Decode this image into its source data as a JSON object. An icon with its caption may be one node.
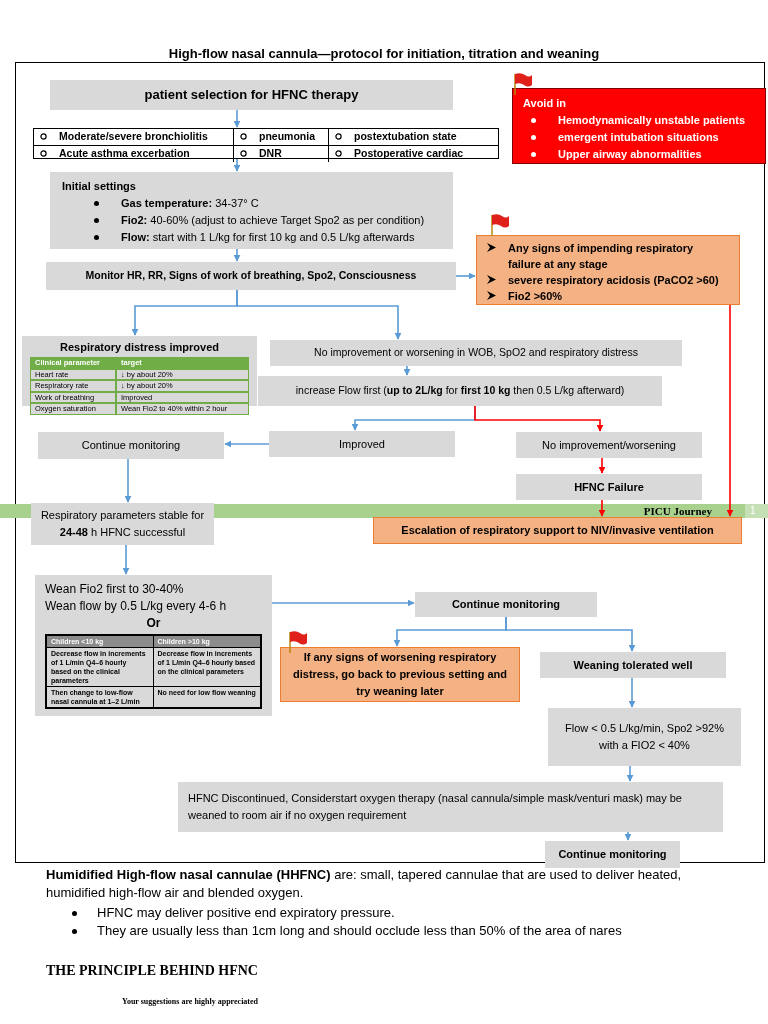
{
  "diagram": {
    "title": "High-flow nasal cannula—protocol for initiation, titration and weaning",
    "nodes": [
      {
        "text": [
          "patient selection for HFNC therapy"
        ]
      },
      {
        "text": [
          "Moderate/severe bronchiolitis",
          "pneumonia",
          "postextubation state",
          "Acute asthma excerbation",
          "DNR",
          "Postoperative cardiac"
        ]
      },
      {
        "text": [
          "Initial settings",
          "**Gas temperature:** 34-37° C",
          "**Fio2:** 40-60% (adjust to achieve Target Spo2 as per condition)",
          "**Flow:** start with 1 L/kg for first 10 kg and 0.5 L/kg afterwards"
        ]
      },
      {
        "text": [
          "Avoid in",
          "Hemodynamically unstable patients",
          "emergent intubation situations",
          "Upper airway abnormalities"
        ]
      },
      {
        "text": [
          "Monitor HR, RR, Signs of work of breathing, Spo2, Consciousness"
        ]
      },
      {
        "text": [
          "Any signs of impending respiratory failure at any stage",
          "severe respiratory acidosis (PaCO2 >60)",
          "Fio2 >60%"
        ]
      },
      {
        "text": [
          "Respiratory distress improved"
        ]
      },
      {
        "text": [
          "No improvement or worsening in WOB, SpO2 and respiratory distress"
        ]
      },
      {
        "text": [
          "increase Flow first (**up to 2L/kg** for **first 10 kg** then 0.5 L/kg afterward)"
        ]
      },
      {
        "text": [
          "Continue monitoring"
        ]
      },
      {
        "text": [
          "Improved"
        ]
      },
      {
        "text": [
          "No improvement/worsening"
        ]
      },
      {
        "text": [
          "HFNC Failure"
        ]
      },
      {
        "text": [
          "Respiratory parameters stable for **24-48** h HFNC successful"
        ]
      },
      {
        "text": [
          "Escalation of respiratory support to NIV/invasive ventilation"
        ]
      },
      {
        "text": [
          "Wean Fio2 first to 30-40%",
          "Wean flow by 0.5 L/kg every 4-6 h",
          "Or"
        ]
      },
      {
        "text": [
          "Continue monitoring"
        ]
      },
      {
        "text": [
          "If any signs of worsening respiratory distress, go back to previous setting and try weaning later"
        ]
      },
      {
        "text": [
          "Weaning tolerated well"
        ]
      },
      {
        "text": [
          "Flow < 0.5 L/kg/min, Spo2 >92% with a FIO2 < 40%"
        ]
      },
      {
        "text": [
          "HFNC Discontinued, Considerstart oxygen therapy (nasal cannula/simple mask/venturi mask) may be weaned to room air if no oxygen requirement"
        ]
      },
      {
        "text": [
          "Continue monitoring"
        ]
      }
    ],
    "edges": [
      {
        "from": 0,
        "to": 1,
        "arrow": "to"
      },
      {
        "from": 1,
        "to": 2,
        "arrow": "to"
      },
      {
        "from": 2,
        "to": 4,
        "arrow": "to"
      },
      {
        "from": 4,
        "to": 5,
        "arrow": "to"
      },
      {
        "from": 4,
        "to": 6,
        "arrow": "to"
      },
      {
        "from": 4,
        "to": 7,
        "arrow": "to"
      },
      {
        "from": 7,
        "to": 8,
        "arrow": "to"
      },
      {
        "from": 8,
        "to": 10,
        "arrow": "to"
      },
      {
        "from": 8,
        "to": 11,
        "arrow": "to",
        "color": "#ff0000"
      },
      {
        "from": 10,
        "to": 9,
        "arrow": "to"
      },
      {
        "from": 9,
        "to": 13,
        "arrow": "to"
      },
      {
        "from": 11,
        "to": 12,
        "arrow": "to",
        "color": "#ff0000"
      },
      {
        "from": 12,
        "to": 14,
        "arrow": "to",
        "color": "#ff0000"
      },
      {
        "from": 5,
        "to": 14,
        "arrow": "to",
        "color": "#ff0000"
      },
      {
        "from": 13,
        "to": 15,
        "arrow": "to"
      },
      {
        "from": 15,
        "to": 16,
        "arrow": "to"
      },
      {
        "from": 16,
        "to": 17,
        "arrow": "to"
      },
      {
        "from": 16,
        "to": 18,
        "arrow": "to"
      },
      {
        "from": 18,
        "to": 19,
        "arrow": "to"
      },
      {
        "from": 19,
        "to": 20,
        "arrow": "to"
      },
      {
        "from": 20,
        "to": 21,
        "arrow": "to"
      }
    ],
    "labels": [
      "Clinical parameter",
      "target",
      "Heart rate",
      "↓ by about 20%",
      "Respiratory rate",
      "↓ by about 20%",
      "Work of breathing",
      "Improved",
      "Oxygen saturation",
      "Wean Fio2 to 40% within 2 hour",
      "Children <10 kg",
      "Children >10 kg",
      "Decrease flow in increments of 1 L/min Q4–6 hourly based on the clinical parameters",
      "Decrease flow in increments of 1 L/min Q4–6 hourly based on the clinical parameters",
      "Then change to low-flow nasal cannula at 1–2 L/min",
      "No need for low flow weaning",
      "PICU Journey",
      "1",
      "**Humidified High-flow nasal cannulae (HHFNC)** are: small, tapered cannulae that are used to deliver heated, humidified high-flow air and blended oxygen.",
      "HFNC may deliver positive end expiratory pressure.",
      "They are usually less than 1cm long and should occlude less than 50% of the area of nares",
      "THE PRINCIPLE BEHIND HFNC",
      "Your suggestions are highly appreciated"
    ]
  }
}
